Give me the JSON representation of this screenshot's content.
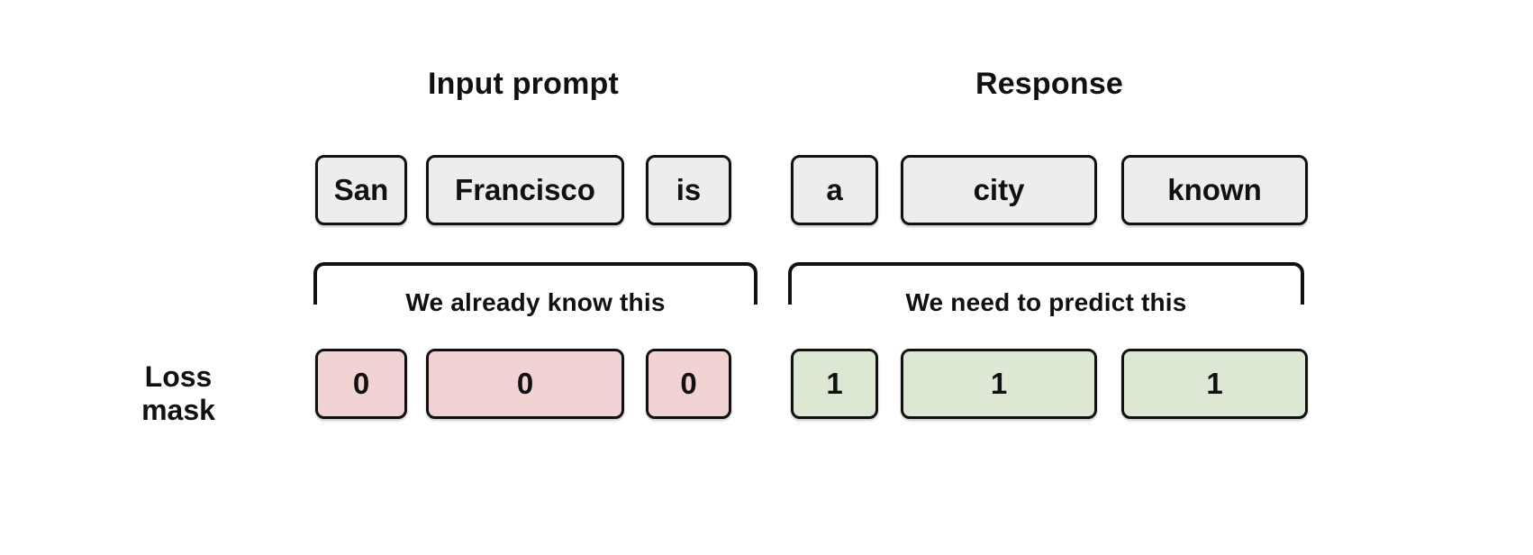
{
  "diagram": {
    "row_label": {
      "line1": "Loss",
      "line2": "mask"
    },
    "groups": [
      {
        "name": "input-prompt",
        "title": "Input prompt",
        "annotation": "We already know this",
        "tokens": [
          "San",
          "Francisco",
          "is"
        ],
        "mask_values": [
          "0",
          "0",
          "0"
        ]
      },
      {
        "name": "response",
        "title": "Response",
        "annotation": "We need to predict this",
        "tokens": [
          "a",
          "city",
          "known"
        ],
        "mask_values": [
          "1",
          "1",
          "1"
        ]
      }
    ],
    "colors": {
      "background": "#ffffff",
      "text": "#111111",
      "border": "#111111",
      "token_fill": "#ededed",
      "mask_zero_fill": "#f2d3d3",
      "mask_one_fill": "#dde8d4"
    }
  }
}
